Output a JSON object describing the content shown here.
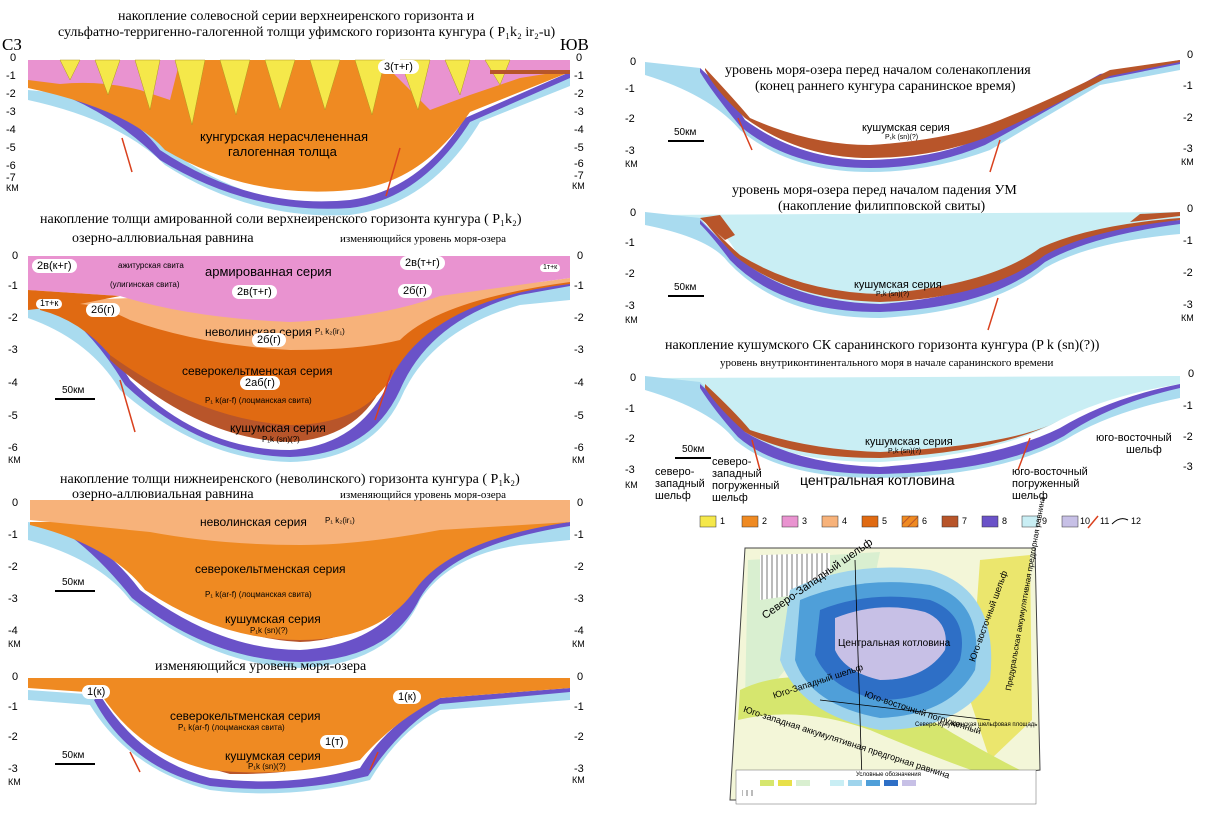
{
  "colors": {
    "orange": "#ef8a22",
    "dark_orange": "#e06a12",
    "light_orange": "#f7b27a",
    "pink": "#e993d0",
    "yellow": "#f5e84a",
    "brown": "#b8552a",
    "purple": "#6a52c8",
    "lightblue": "#a9dbef",
    "paleblue": "#c9eef4",
    "lilac": "#c7c0e6",
    "red": "#d9411e"
  },
  "panel1": {
    "title_line1": "накопление солевосной серии верхнеиренского горизонта и",
    "title_line2": "сульфатно-терригенно-галогенной толщи уфимского горизонта кунгура ( P₁k₂ ir₂-u)",
    "left_corner": "СЗ",
    "right_corner": "ЮВ",
    "body_label_1": "кунгурская нерасчлененная",
    "body_label_2": "галогенная толща",
    "bubble": "3(т+г)",
    "left_ticks": [
      "0",
      "-1",
      "-2",
      "-3",
      "-4",
      "-5",
      "-6",
      "-7"
    ],
    "right_ticks": [
      "0",
      "-1",
      "-2",
      "-3",
      "-4",
      "-5",
      "-6",
      "-7"
    ],
    "unit": "КМ"
  },
  "panel2": {
    "title": "накопление толщи амированной соли верхнеиренского горизонта кунгура ( P₁k₂)",
    "left_sub": "озерно-аллювиальная равнина",
    "right_sub": "изменяющийся уровень моря-озера",
    "lbl_arm": "армированная серия",
    "lbl_ayk": "ажитурская свита",
    "lbl_ulg": "(улигинская свита)",
    "lbl_nev": "неволинская серия",
    "lbl_nev_idx": "P₁ k₂(ir₁)",
    "lbl_sev": "северокельтменская серия",
    "lbl_sev_idx": "P₁ k(ar-f) (лоцманская свита)",
    "lbl_kush": "кушумская серия",
    "lbl_kush_idx": "P₁k (sn)(?)",
    "bubbles": [
      "2в(к+г)",
      "2в(т+г)",
      "2в(т+г)",
      "2б(г)",
      "2б(г)",
      "2б(г)",
      "2аб(г)",
      "1т+к",
      "1т+к"
    ],
    "scale": "50км",
    "left_ticks": [
      "0",
      "-1",
      "-2",
      "-3",
      "-4",
      "-5",
      "-6"
    ],
    "right_ticks": [
      "0",
      "-1",
      "-2",
      "-3",
      "-4",
      "-5",
      "-6"
    ],
    "unit": "КМ"
  },
  "panel3": {
    "title": "накопление толщи нижнеиренского (неволинского) горизонта кунгура ( P₁k₂)",
    "left_sub": "озерно-аллювиальная равнина",
    "right_sub": "изменяющийся уровень моря-озера",
    "lbl_nev": "неволинская серия",
    "lbl_nev_idx": "P₁ k₂(ir₁)",
    "lbl_sev": "северокельтменская серия",
    "lbl_sev_idx": "P₁ k(ar-f) (лоцманская свита)",
    "lbl_kush": "кушумская серия",
    "lbl_kush_idx": "P₁k (sn)(?)",
    "scale": "50км",
    "left_ticks": [
      "0",
      "-1",
      "-2",
      "-3",
      "-4"
    ],
    "right_ticks": [
      "0",
      "-1",
      "-2",
      "-3",
      "-4"
    ],
    "unit": "КМ"
  },
  "panel4": {
    "title": "изменяющийся уровень моря-озера",
    "lbl_sev": "северокельтменская серия",
    "lbl_sev_idx": "P₁ k(ar-f) (лоцманская свита)",
    "lbl_kush": "кушумская серия",
    "lbl_kush_idx": "P₁k (sn)(?)",
    "bubbles": [
      "1(к)",
      "1(к)",
      "1(т)"
    ],
    "scale": "50км",
    "left_ticks": [
      "0",
      "-1",
      "-2",
      "-3"
    ],
    "right_ticks": [
      "0",
      "-1",
      "-2",
      "-3"
    ],
    "unit": "КМ"
  },
  "panel5": {
    "title_line1": "уровень моря-озера перед началом соленакопления",
    "title_line2": "(конец раннего кунгура саранинское время)",
    "lbl_kush": "кушумская серия",
    "lbl_kush_idx": "P₁k (sn)(?)",
    "scale": "50км",
    "left_ticks": [
      "0",
      "-1",
      "-2",
      "-3"
    ],
    "right_ticks": [
      "0",
      "-1",
      "-2",
      "-3"
    ],
    "unit": "КМ"
  },
  "panel6": {
    "title_line1": "уровень моря-озера перед началом падения УМ",
    "title_line2": "(накопление филипповской свиты)",
    "lbl_kush": "кушумская серия",
    "lbl_kush_idx": "P₁k (sn)(?)",
    "scale": "50км",
    "left_ticks": [
      "0",
      "-1",
      "-2",
      "-3"
    ],
    "right_ticks": [
      "0",
      "-1",
      "-2",
      "-3"
    ],
    "unit": "КМ"
  },
  "panel7": {
    "title": "накопление кушумского СК саранинского горизонта кунгура (P k (sn)(?))",
    "subtitle": "уровень внутриконтинентального моря в начале саранинского времени",
    "lbl_kush": "кушумская серия",
    "lbl_kush_idx": "P₁k (sn)(?)",
    "lbl_nw_shelf_1": "северо-",
    "lbl_nw_shelf_2": "западный",
    "lbl_nw_shelf_3": "шельф",
    "lbl_nw_sub_1": "северо-",
    "lbl_nw_sub_2": "западный",
    "lbl_nw_sub_3": "погруженный",
    "lbl_nw_sub_4": "шельф",
    "lbl_center": "центральная котловина",
    "lbl_se_sub_1": "юго-восточный",
    "lbl_se_sub_2": "погруженный",
    "lbl_se_sub_3": "шельф",
    "lbl_se_shelf_1": "юго-восточный",
    "lbl_se_shelf_2": "шельф",
    "scale": "50км",
    "left_ticks": [
      "0",
      "-1",
      "-2",
      "-3"
    ],
    "right_ticks": [
      "0",
      "-1",
      "-2",
      "-3"
    ],
    "unit": "КМ"
  },
  "legend": {
    "numbers": [
      "1",
      "2",
      "3",
      "4",
      "5",
      "6",
      "7",
      "8",
      "9",
      "10",
      "11",
      "12"
    ]
  },
  "map": {
    "lbl_nw_shelf": "Северо-Западный шельф",
    "lbl_center": "Центральная котловина",
    "lbl_se_sub": "Юго-восточный погруженный",
    "lbl_se_shelf": "Юго-восточный шельф",
    "lbl_sw_shelf": "Юго-Западный шельф",
    "lbl_sw_plain": "Юго-западная аккумулятивная предгорная равнина",
    "lbl_east_plain": "Предуральская аккумулятивная предгорная равнина",
    "lbl_ns": "Северо-Кулундинская шельфовая площадь",
    "legend_title": "Условные обозначения"
  }
}
